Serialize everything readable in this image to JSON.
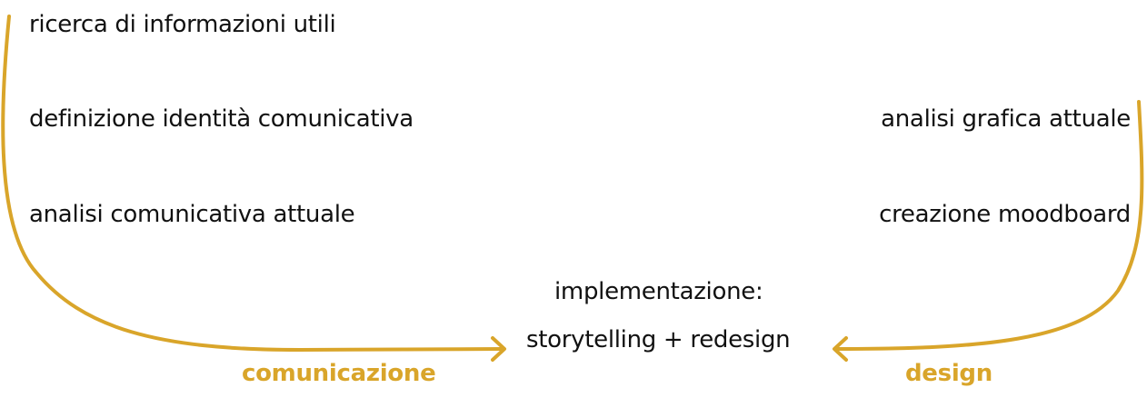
{
  "colors": {
    "accent": "#d9a52a",
    "text": "#111111",
    "background": "#ffffff"
  },
  "left_column": {
    "items": [
      {
        "label": "ricerca di informazioni utili"
      },
      {
        "label": "definizione identità comunicativa"
      },
      {
        "label": "analisi comunicativa attuale"
      }
    ],
    "flow_label": "comunicazione"
  },
  "right_column": {
    "items": [
      {
        "label": "analisi grafica attuale"
      },
      {
        "label": "creazione moodboard"
      }
    ],
    "flow_label": "design"
  },
  "center": {
    "title": "implementazione:",
    "subtitle": "storytelling + redesign"
  }
}
